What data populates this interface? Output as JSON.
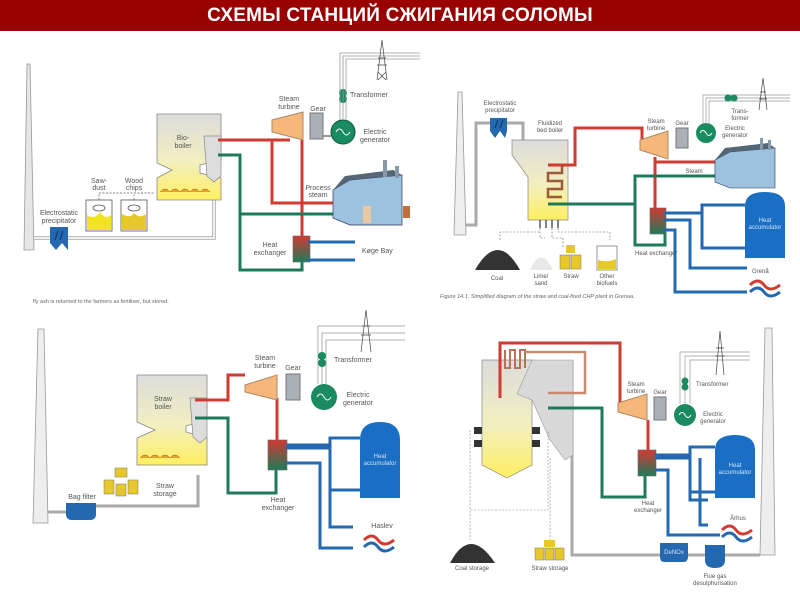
{
  "title": "СХЕМЫ СТАНЦИЙ СЖИГАНИЯ СОЛОМЫ",
  "colors": {
    "title_bg": "#990000",
    "steam": "#d23a32",
    "return_water": "#1f7a5a",
    "district_heat": "#2468b0",
    "flue_gas": "#d8d8d8",
    "turbine": "#f5b87a",
    "generator": "#1a8a60",
    "boiler_flame": "#fff176"
  },
  "panels": [
    {
      "id": "top-left",
      "labels": {
        "precipitator": "Electrostatic precipitator",
        "precipitator_l1": "Electrostatic",
        "precipitator_l2": "precipitator",
        "sawdust_l1": "Saw-",
        "sawdust_l2": "dust",
        "woodchips_l1": "Wood",
        "woodchips_l2": "chips",
        "boiler_l1": "Bio-",
        "boiler_l2": "boiler",
        "turbine_l1": "Steam",
        "turbine_l2": "turbine",
        "gear": "Gear",
        "transformer": "Transformer",
        "generator_l1": "Electric",
        "generator_l2": "generator",
        "process_l1": "Process",
        "process_l2": "steam",
        "hx_l1": "Heat",
        "hx_l2": "exchanger",
        "destination": "Køge Bay"
      },
      "caption": "fly ash is returned to the farmers as fertiliser, but      stored."
    },
    {
      "id": "top-right",
      "labels": {
        "precipitator_l1": "Electrostatic",
        "precipitator_l2": "precipitator",
        "boiler_l1": "Fluidized",
        "boiler_l2": "bed boiler",
        "turbine_l1": "Steam",
        "turbine_l2": "turbine",
        "gear": "Gear",
        "transformer_l1": "Trans-",
        "transformer_l2": "former",
        "generator_l1": "Electric",
        "generator_l2": "generator",
        "steam": "Steam",
        "hx": "Heat exchanger",
        "accumulator_l1": "Heat",
        "accumulator_l2": "accumulator",
        "coal": "Coal",
        "lime_l1": "Lime/",
        "lime_l2": "sand",
        "straw": "Straw",
        "biofuels_l1": "Other",
        "biofuels_l2": "biofuels",
        "destination": "Grenå"
      },
      "caption": "Figure 14.1. Simplified diagram of the straw and coal-fired CHP plant in Grenaa."
    },
    {
      "id": "bottom-left",
      "labels": {
        "bag_filter": "Bag filter",
        "boiler_l1": "Straw",
        "boiler_l2": "boiler",
        "storage_l1": "Straw",
        "storage_l2": "storage",
        "turbine_l1": "Steam",
        "turbine_l2": "turbine",
        "gear": "Gear",
        "transformer": "Transformer",
        "generator_l1": "Electric",
        "generator_l2": "generator",
        "hx_l1": "Heat",
        "hx_l2": "exchanger",
        "accumulator_l1": "Heat",
        "accumulator_l2": "accumulator",
        "destination": "Haslev"
      }
    },
    {
      "id": "bottom-right",
      "labels": {
        "turbine_l1": "Steam",
        "turbine_l2": "turbine",
        "gear": "Gear",
        "transformer": "Transformer",
        "generator_l1": "Electric",
        "generator_l2": "generator",
        "hx_l1": "Heat",
        "hx_l2": "exchanger",
        "accumulator_l1": "Heat",
        "accumulator_l2": "accumulator",
        "destination": "Århus",
        "denox": "DeNOx",
        "fgd_l1": "Flue gas",
        "fgd_l2": "desulphurisation",
        "coal_storage": "Coal storage",
        "straw_storage": "Straw storage"
      }
    }
  ]
}
